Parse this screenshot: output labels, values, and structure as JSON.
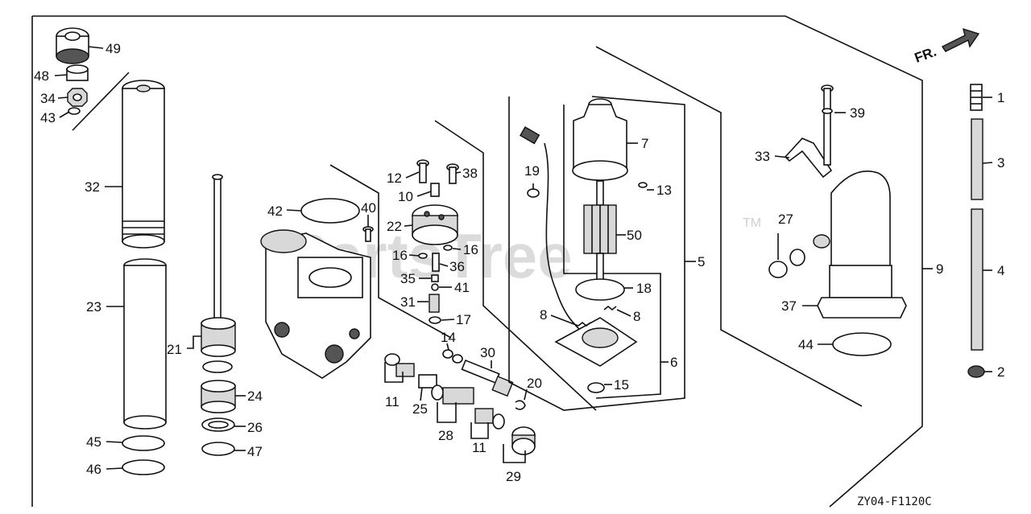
{
  "diagram": {
    "code": "ZY04-F1120C",
    "direction_label": "FR.",
    "watermark": "PartsTree",
    "watermark_tm": "TM"
  },
  "callouts": [
    {
      "id": "c1",
      "text": "1"
    },
    {
      "id": "c2",
      "text": "2"
    },
    {
      "id": "c3",
      "text": "3"
    },
    {
      "id": "c4",
      "text": "4"
    },
    {
      "id": "c5",
      "text": "5"
    },
    {
      "id": "c6",
      "text": "6"
    },
    {
      "id": "c7",
      "text": "7"
    },
    {
      "id": "c8a",
      "text": "8"
    },
    {
      "id": "c8b",
      "text": "8"
    },
    {
      "id": "c9",
      "text": "9"
    },
    {
      "id": "c10",
      "text": "10"
    },
    {
      "id": "c11a",
      "text": "11"
    },
    {
      "id": "c11b",
      "text": "11"
    },
    {
      "id": "c12",
      "text": "12"
    },
    {
      "id": "c13",
      "text": "13"
    },
    {
      "id": "c14",
      "text": "14"
    },
    {
      "id": "c15",
      "text": "15"
    },
    {
      "id": "c16a",
      "text": "16"
    },
    {
      "id": "c16b",
      "text": "16"
    },
    {
      "id": "c17",
      "text": "17"
    },
    {
      "id": "c18",
      "text": "18"
    },
    {
      "id": "c19",
      "text": "19"
    },
    {
      "id": "c20",
      "text": "20"
    },
    {
      "id": "c21",
      "text": "21"
    },
    {
      "id": "c22",
      "text": "22"
    },
    {
      "id": "c23",
      "text": "23"
    },
    {
      "id": "c24",
      "text": "24"
    },
    {
      "id": "c25",
      "text": "25"
    },
    {
      "id": "c26",
      "text": "26"
    },
    {
      "id": "c27",
      "text": "27"
    },
    {
      "id": "c28",
      "text": "28"
    },
    {
      "id": "c29",
      "text": "29"
    },
    {
      "id": "c30",
      "text": "30"
    },
    {
      "id": "c31",
      "text": "31"
    },
    {
      "id": "c32",
      "text": "32"
    },
    {
      "id": "c33",
      "text": "33"
    },
    {
      "id": "c34",
      "text": "34"
    },
    {
      "id": "c35",
      "text": "35"
    },
    {
      "id": "c36",
      "text": "36"
    },
    {
      "id": "c37",
      "text": "37"
    },
    {
      "id": "c38",
      "text": "38"
    },
    {
      "id": "c39",
      "text": "39"
    },
    {
      "id": "c40",
      "text": "40"
    },
    {
      "id": "c41",
      "text": "41"
    },
    {
      "id": "c42",
      "text": "42"
    },
    {
      "id": "c43",
      "text": "43"
    },
    {
      "id": "c44",
      "text": "44"
    },
    {
      "id": "c45",
      "text": "45"
    },
    {
      "id": "c46",
      "text": "46"
    },
    {
      "id": "c47",
      "text": "47"
    },
    {
      "id": "c48",
      "text": "48"
    },
    {
      "id": "c49",
      "text": "49"
    },
    {
      "id": "c50",
      "text": "50"
    }
  ]
}
